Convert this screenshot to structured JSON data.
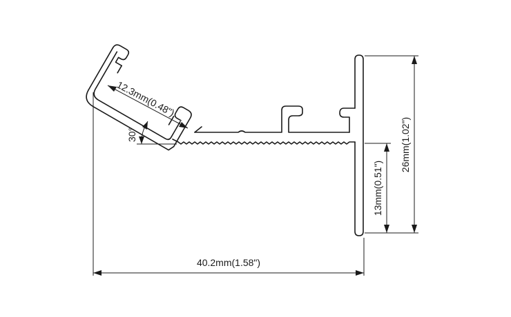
{
  "dimensions": {
    "width_label": "40.2mm(1.58\")",
    "total_height_label": "26mm(1.02\")",
    "lower_height_label": "13mm(0.51\")",
    "channel_width_label": "12.3mm(0.48\")",
    "angle_label": "30°"
  },
  "colors": {
    "line": "#1a1a1a",
    "background": "#ffffff"
  }
}
